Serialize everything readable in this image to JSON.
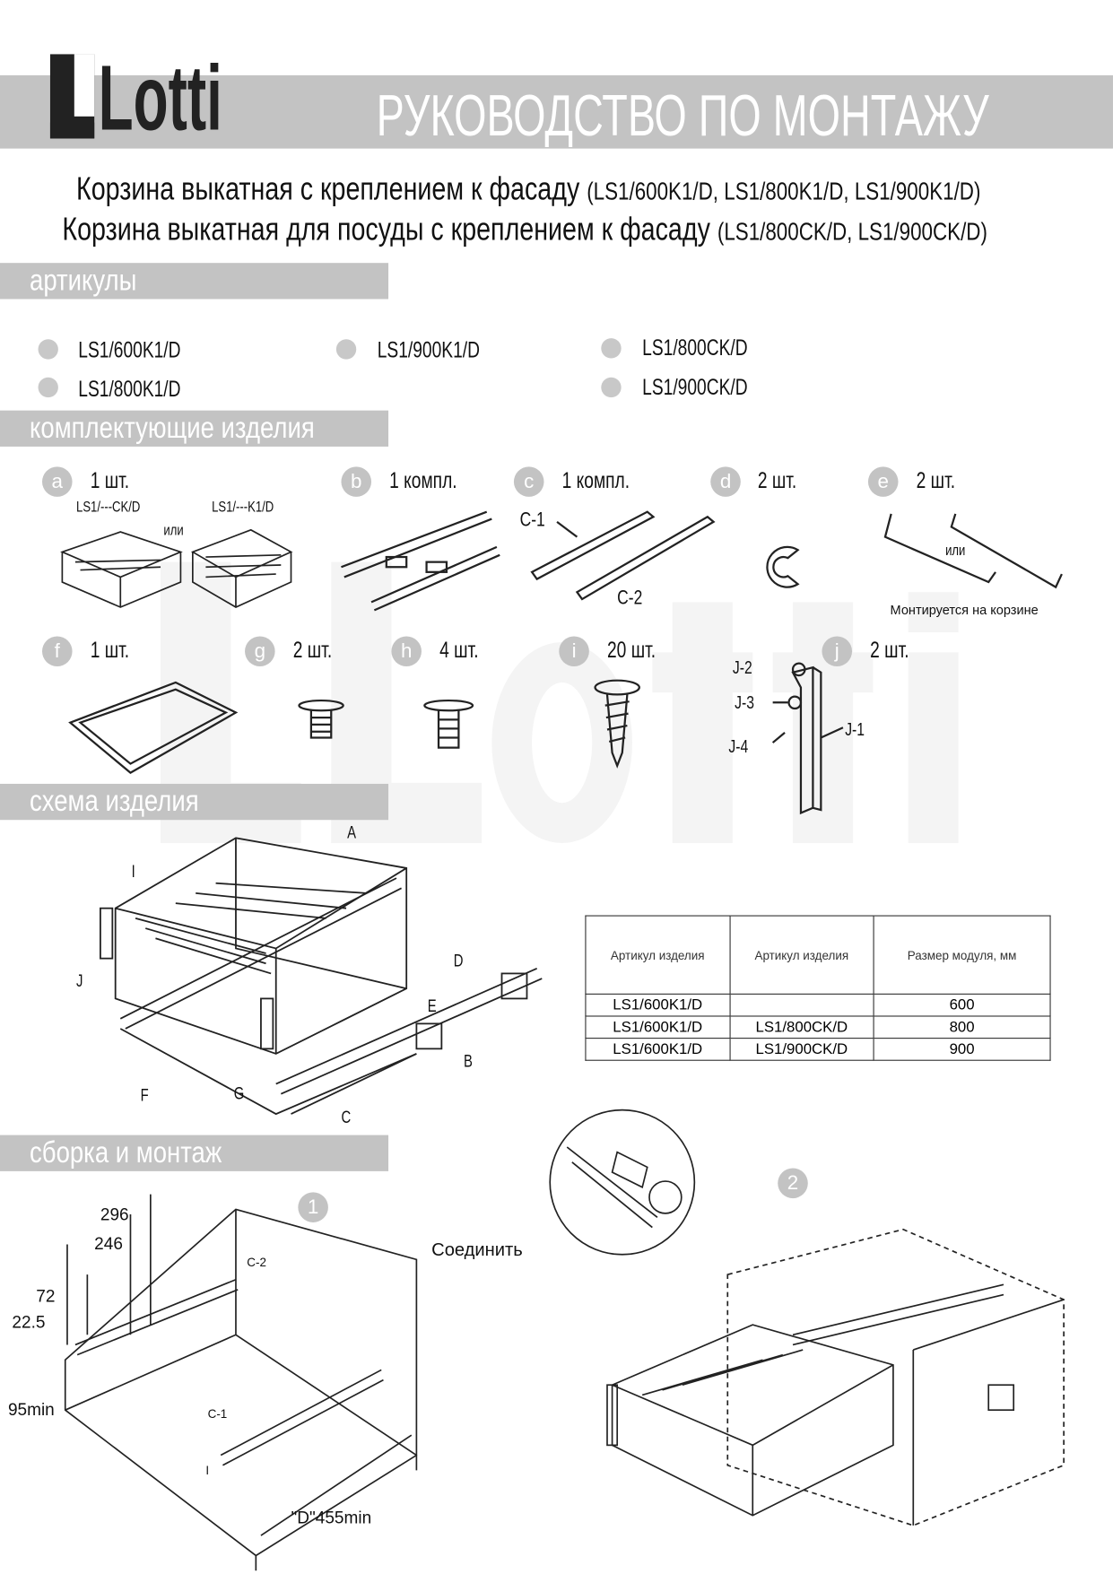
{
  "header": {
    "logo": "Lotti",
    "title": "РУКОВОДСТВО ПО МОНТАЖУ"
  },
  "subtitle": {
    "line1": "Корзина выкатная с креплением к фасаду",
    "line1_codes": "(LS1/600K1/D, LS1/800K1/D, LS1/900K1/D)",
    "line2": "Корзина выкатная для посуды с креплением к фасаду",
    "line2_codes": "(LS1/800CK/D, LS1/900CK/D)"
  },
  "sections": {
    "articles": "артикулы",
    "components": "комплектующие изделия",
    "scheme": "схема изделия",
    "assembly": "сборка и монтаж"
  },
  "articles": [
    "LS1/600K1/D",
    "LS1/800K1/D",
    "LS1/900K1/D",
    "LS1/800CK/D",
    "LS1/900CK/D"
  ],
  "components": [
    {
      "letter": "a",
      "qty": "1 шт.",
      "sub1": "LS1/---CK/D",
      "sub2": "LS1/---K1/D",
      "or": "или"
    },
    {
      "letter": "b",
      "qty": "1 компл."
    },
    {
      "letter": "c",
      "qty": "1 компл.",
      "c1": "C-1",
      "c2": "C-2"
    },
    {
      "letter": "d",
      "qty": "2 шт."
    },
    {
      "letter": "e",
      "qty": "2 шт.",
      "or": "или",
      "note": "Монтируется на корзине"
    },
    {
      "letter": "f",
      "qty": "1 шт."
    },
    {
      "letter": "g",
      "qty": "2 шт."
    },
    {
      "letter": "h",
      "qty": "4 шт."
    },
    {
      "letter": "i",
      "qty": "20 шт."
    },
    {
      "letter": "j",
      "qty": "2 шт.",
      "parts": [
        "J-2",
        "J-3",
        "J-4",
        "J-1"
      ]
    }
  ],
  "scheme_labels": [
    "A",
    "I",
    "J",
    "D",
    "E",
    "B",
    "F",
    "G",
    "C"
  ],
  "table": {
    "headers": [
      "Артикул изделия",
      "Артикул изделия",
      "Размер модуля, мм"
    ],
    "rows": [
      [
        "LS1/600K1/D",
        "",
        "600"
      ],
      [
        "LS1/600K1/D",
        "LS1/800CK/D",
        "800"
      ],
      [
        "LS1/600K1/D",
        "LS1/900CK/D",
        "900"
      ]
    ]
  },
  "assembly": {
    "step1": "1",
    "step2": "2",
    "dims": [
      "296",
      "246",
      "72",
      "22.5",
      "95min",
      "\"D\"455min"
    ],
    "labels": [
      "C-2",
      "C-1",
      "I"
    ],
    "connect": "Соединить"
  }
}
